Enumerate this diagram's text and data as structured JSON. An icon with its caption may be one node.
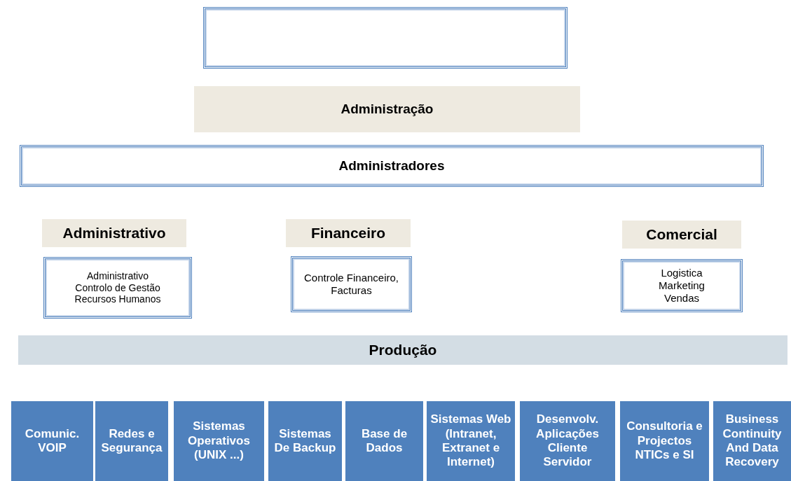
{
  "diagram": {
    "nodes": [
      {
        "text": [],
        "shape": "box"
      },
      {
        "text": [
          "Administração"
        ]
      },
      {
        "text": [
          "Administradores"
        ]
      },
      {
        "text": [
          "Administrativo"
        ]
      },
      {
        "text": [
          "Administrativo",
          "Controlo de Gestão",
          "Recursos Humanos"
        ]
      },
      {
        "text": [
          "Financeiro"
        ]
      },
      {
        "text": [
          "Controle Financeiro, Facturas"
        ]
      },
      {
        "text": [
          "Comercial"
        ]
      },
      {
        "text": [
          "Logistica",
          "Marketing",
          "Vendas"
        ]
      },
      {
        "text": [
          "Produção"
        ]
      },
      {
        "text": [
          "Comunic. VOIP"
        ]
      },
      {
        "text": [
          "Redes e Segurança"
        ]
      },
      {
        "text": [
          "Sistemas Operativos (UNIX ...)"
        ]
      },
      {
        "text": [
          "Sistemas De Backup"
        ]
      },
      {
        "text": [
          "Base de Dados"
        ]
      },
      {
        "text": [
          "Sistemas Web (Intranet, Extranet e Internet)"
        ]
      },
      {
        "text": [
          "Desenvolv. Aplicações Cliente Servidor"
        ]
      },
      {
        "text": [
          "Consultoria e Projectos NTICs e SI"
        ]
      },
      {
        "text": [
          "Business Continuity And Data Recovery"
        ]
      }
    ]
  }
}
